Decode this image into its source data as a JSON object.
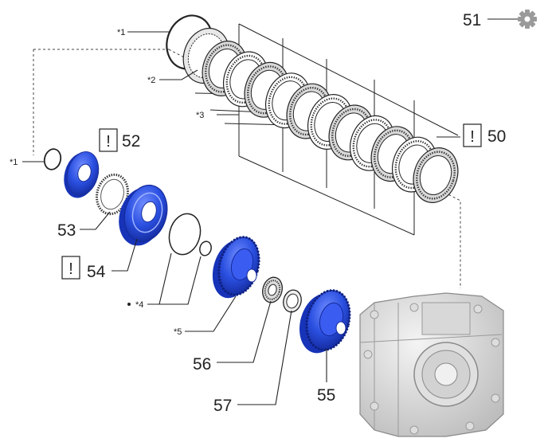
{
  "callouts": {
    "c50": "50",
    "c51": "51",
    "c52": "52",
    "c53": "53",
    "c54": "54",
    "c55": "55",
    "c56": "56",
    "c57": "57",
    "s1a": "*1",
    "s2": "*2",
    "s3": "*3",
    "s1b": "*1",
    "s4": "*4",
    "s5": "*5"
  },
  "notice_mark": "!",
  "icons": {
    "gear": "gear-icon",
    "notice": "notice-icon"
  },
  "colors": {
    "part_blue": "#2a4fe0",
    "part_blue_dark": "#1733b8",
    "line": "#222222"
  }
}
